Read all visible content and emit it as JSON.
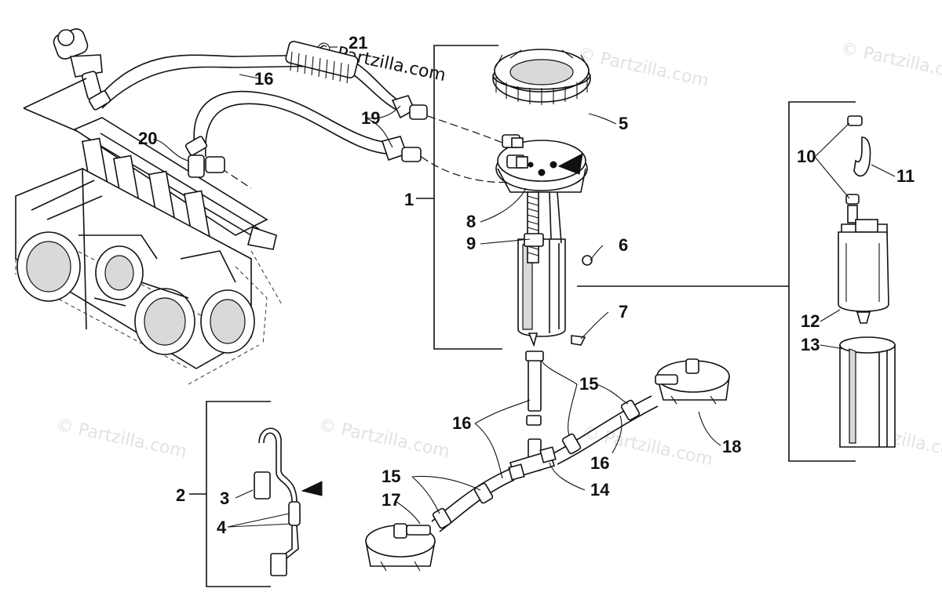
{
  "watermark": {
    "main": "© Partzilla.com",
    "faint": "© Partzilla.com"
  },
  "callouts": {
    "c1": "1",
    "c2": "2",
    "c3": "3",
    "c4": "4",
    "c5": "5",
    "c6": "6",
    "c7": "7",
    "c8": "8",
    "c9": "9",
    "c10": "10",
    "c11": "11",
    "c12": "12",
    "c13": "13",
    "c14": "14",
    "c15a": "15",
    "c15b": "15",
    "c16a": "16",
    "c16b": "16",
    "c16c": "16",
    "c17": "17",
    "c18": "18",
    "c19": "19",
    "c20": "20",
    "c21": "21"
  }
}
